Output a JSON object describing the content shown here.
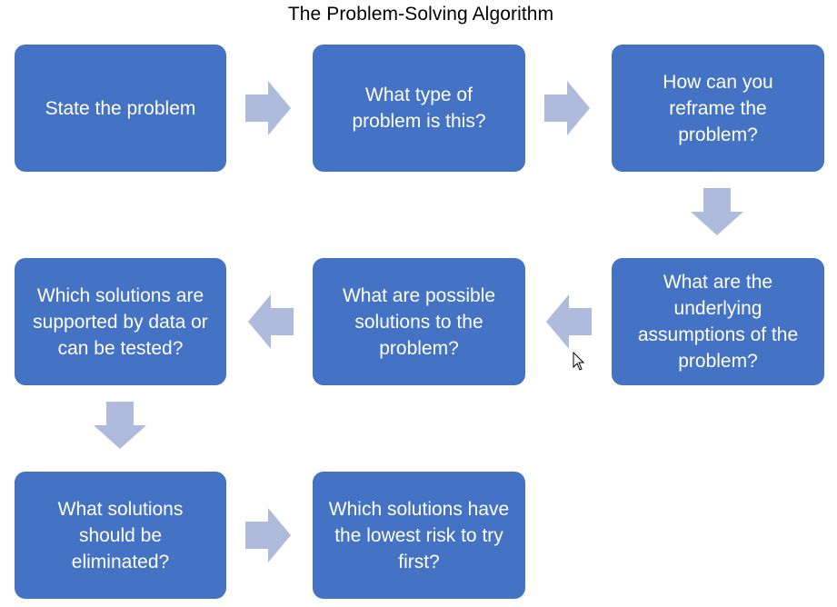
{
  "title": "The Problem-Solving Algorithm",
  "steps": [
    {
      "label": "State the problem"
    },
    {
      "label": "What type of problem is this?"
    },
    {
      "label": "How can you reframe the problem?"
    },
    {
      "label": "What are the underlying assumptions of the problem?"
    },
    {
      "label": "What are possible solutions to the problem?"
    },
    {
      "label": "Which solutions are supported by data or can be tested?"
    },
    {
      "label": "What solutions should be eliminated?"
    },
    {
      "label": "Which solutions have the lowest risk to try first?"
    }
  ],
  "colors": {
    "box_fill": "#4472c4",
    "box_text": "#ffffff",
    "arrow_fill": "#aebbdc"
  }
}
